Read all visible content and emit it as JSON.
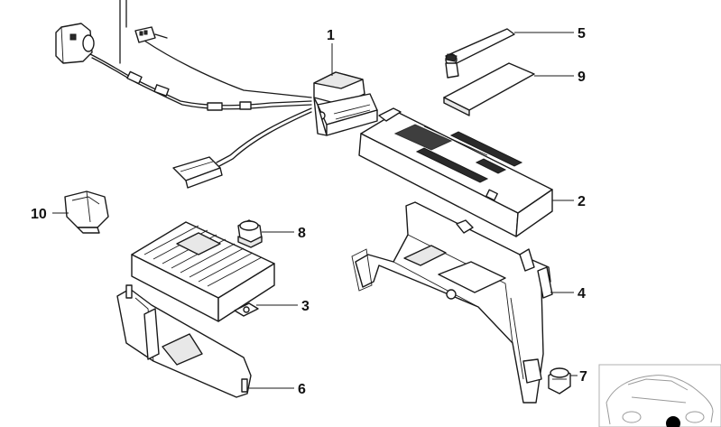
{
  "diagram": {
    "callouts": {
      "c1": "1",
      "c2": "2",
      "c3": "3",
      "c4": "4",
      "c5": "5",
      "c6": "6",
      "c7": "7",
      "c8": "8",
      "c9": "9",
      "c10": "10"
    },
    "colors": {
      "line": "#1a1a1a",
      "background": "#ffffff",
      "highlight_dot": "#000000"
    }
  }
}
